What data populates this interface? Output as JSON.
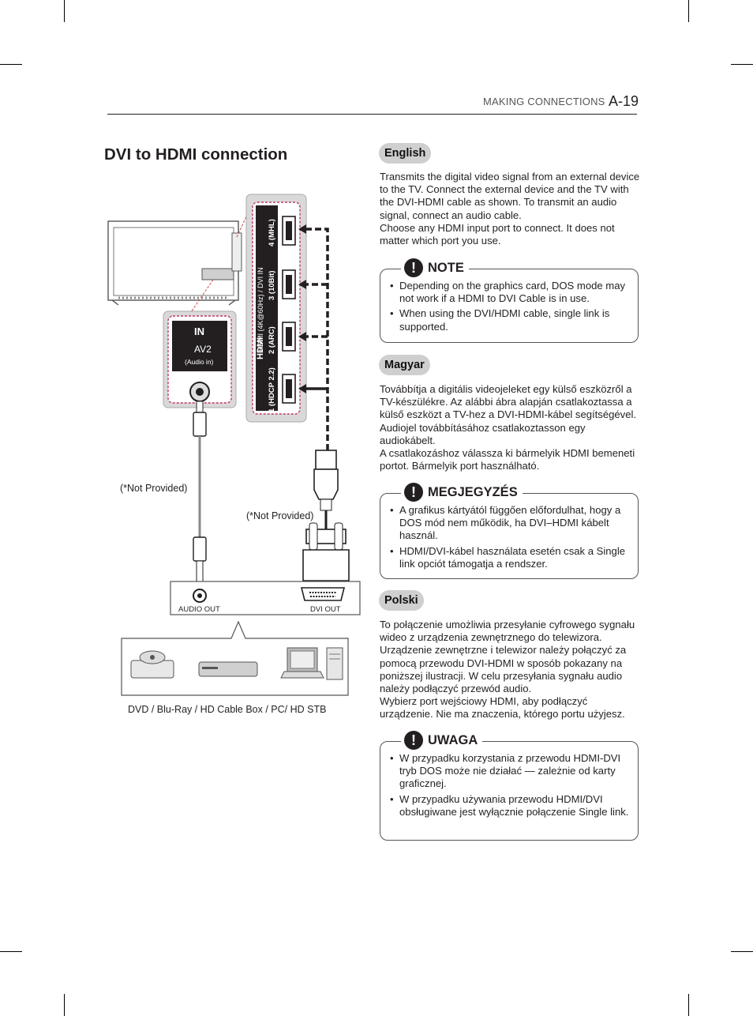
{
  "header": {
    "section": "MAKING CONNECTIONS",
    "page": "A-19"
  },
  "title": "DVI to HDMI connection",
  "diagram": {
    "hdmi_panel_label": "HDMI (4K@60Hz) / DVI IN",
    "hdmi_logo": "HDMI",
    "port_4": "4 (MHL)",
    "port_3": "3 (10Bit)",
    "port_2": "2 (ARC)",
    "port_1": "1 (HDCP 2.2)",
    "in_label": "IN",
    "av2_label": "AV2",
    "audio_in_label": "(Audio in)",
    "not_provided_audio": "(*Not Provided)",
    "not_provided_dvi": "(*Not Provided)",
    "audio_out_label": "AUDIO OUT",
    "dvi_out_label": "DVI OUT",
    "devices_caption": "DVD / Blu-Ray / HD Cable Box / PC/ HD STB"
  },
  "english": {
    "label": "English",
    "para1": "Transmits the digital video signal from an external device to the TV. Connect the external device and the TV with the DVI-HDMI cable as shown. To transmit an audio signal, connect an audio cable.",
    "para2": "Choose any HDMI input port to connect. It does not matter which port you use.",
    "note_title": "NOTE",
    "notes": [
      "Depending on the graphics card, DOS mode may not work if a HDMI to DVI Cable is in use.",
      "When using the DVI/HDMI cable, single link is supported."
    ]
  },
  "magyar": {
    "label": "Magyar",
    "para1": "Továbbítja a digitális videojeleket egy külső eszközről a TV-készülékre. Az alábbi ábra alapján csatlakoztassa a külső eszközt a TV-hez a DVI-HDMI-kábel segítségével. Audiojel továbbításához csatlakoztasson egy audiokábelt.",
    "para2": "A csatlakozáshoz válassza ki bármelyik HDMI bemeneti portot. Bármelyik port használható.",
    "note_title": "MEGJEGYZÉS",
    "notes": [
      "A grafikus kártyától függően előfordulhat, hogy a DOS mód nem működik, ha DVI–HDMI kábelt használ.",
      "HDMI/DVI-kábel használata esetén csak a Single link opciót támogatja a rendszer."
    ]
  },
  "polski": {
    "label": "Polski",
    "para1": "To połączenie umożliwia przesyłanie cyfrowego sygnału wideo z urządzenia zewnętrznego do telewizora. Urządzenie zewnętrzne i telewizor należy połączyć za pomocą przewodu DVI-HDMI w sposób pokazany na poniższej ilustracji. W celu przesyłania sygnału audio należy podłączyć przewód audio.",
    "para2": "Wybierz port wejściowy HDMI, aby podłączyć urządzenie. Nie ma znaczenia, którego portu użyjesz.",
    "note_title": "UWAGA",
    "notes": [
      "W przypadku korzystania z przewodu HDMI-DVI tryb DOS może nie działać — zależnie od karty graficznej.",
      "W przypadku używania przewodu HDMI/DVI obsługiwane jest wyłącznie połączenie Single link."
    ]
  }
}
